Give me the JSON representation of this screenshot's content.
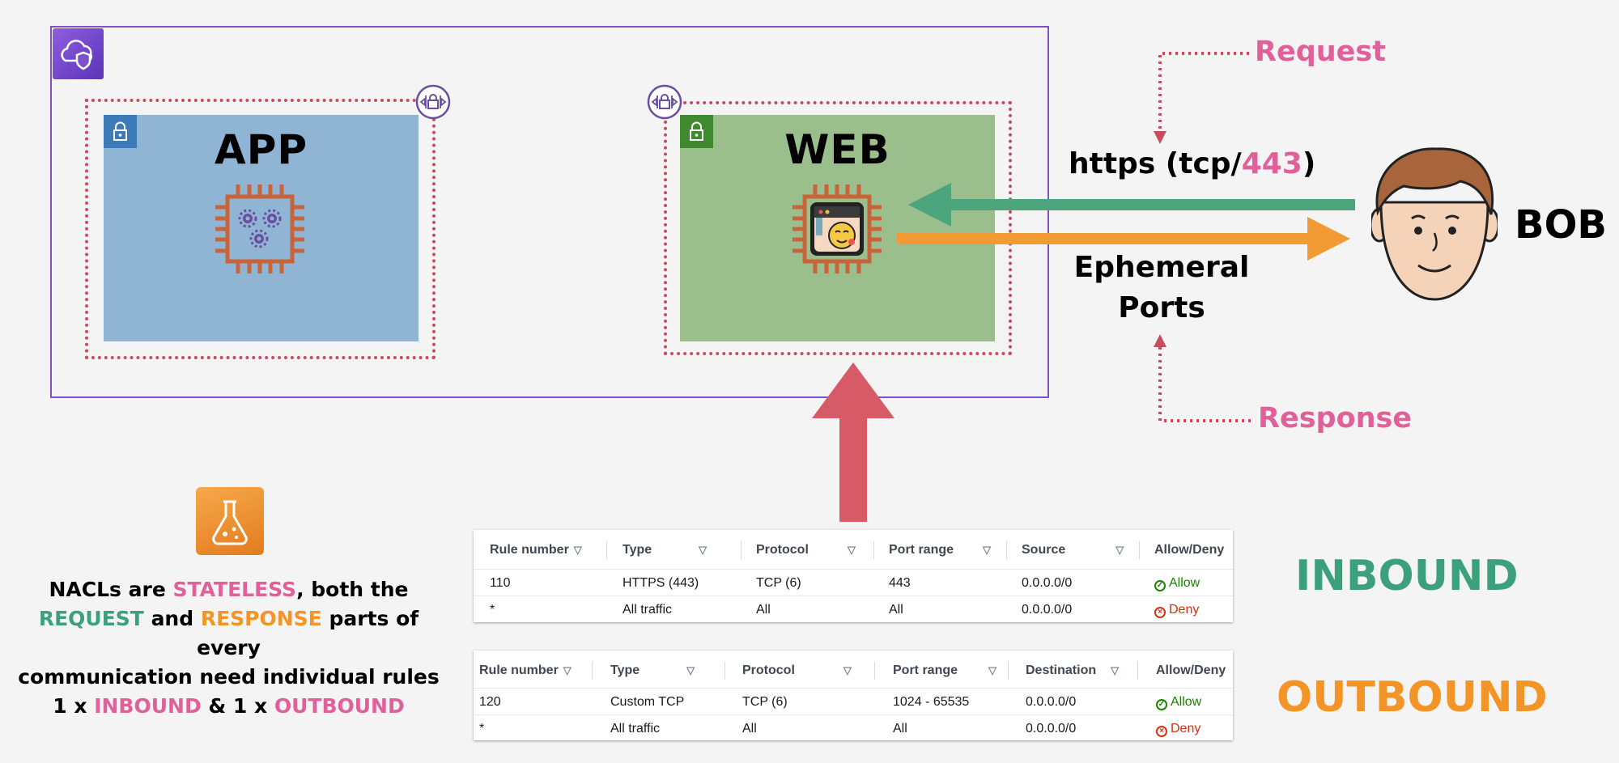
{
  "subnets": {
    "app": "APP",
    "web": "WEB"
  },
  "client": {
    "name": "BOB"
  },
  "flow": {
    "request_label": "Request",
    "response_label": "Response",
    "https_prefix": "https (tcp/",
    "https_port": "443",
    "https_suffix": ")",
    "ephemeral_line1": "Ephemeral",
    "ephemeral_line2": "Ports"
  },
  "note": {
    "l1_a": "NACLs are ",
    "l1_b": "STATELESS",
    "l1_c": ", both the",
    "l2_a": "REQUEST",
    "l2_b": " and ",
    "l2_c": "RESPONSE",
    "l2_d": " parts of every",
    "l3": "communication need individual rules",
    "l4_a": "1 x ",
    "l4_b": "INBOUND",
    "l4_c": " & 1 x ",
    "l4_d": "OUTBOUND"
  },
  "inbound": {
    "label": "INBOUND",
    "headers": [
      "Rule number",
      "Type",
      "Protocol",
      "Port range",
      "Source",
      "Allow/Deny"
    ],
    "rows": [
      [
        "110",
        "HTTPS (443)",
        "TCP (6)",
        "443",
        "0.0.0.0/0",
        "Allow"
      ],
      [
        "*",
        "All traffic",
        "All",
        "All",
        "0.0.0.0/0",
        "Deny"
      ]
    ]
  },
  "outbound": {
    "label": "OUTBOUND",
    "headers": [
      "Rule number",
      "Type",
      "Protocol",
      "Port range",
      "Destination",
      "Allow/Deny"
    ],
    "rows": [
      [
        "120",
        "Custom TCP",
        "TCP (6)",
        "1024 - 65535",
        "0.0.0.0/0",
        "Allow"
      ],
      [
        "*",
        "All traffic",
        "All",
        "All",
        "0.0.0.0/0",
        "Deny"
      ]
    ]
  },
  "colors": {
    "pink": "#e0609a",
    "green": "#3da07c",
    "orange": "#f29426",
    "vpc_border": "#7b52c9",
    "nacl_border": "#c94b60",
    "app_subnet": "#8fb4d4",
    "web_subnet": "#9bbe8d"
  },
  "icons": [
    "vpc-cloud-shield-icon",
    "nacl-icon",
    "lock-icon",
    "ec2-chip-icon",
    "gears-icon",
    "browser-window-icon",
    "lab-flask-icon",
    "person-face-icon"
  ]
}
